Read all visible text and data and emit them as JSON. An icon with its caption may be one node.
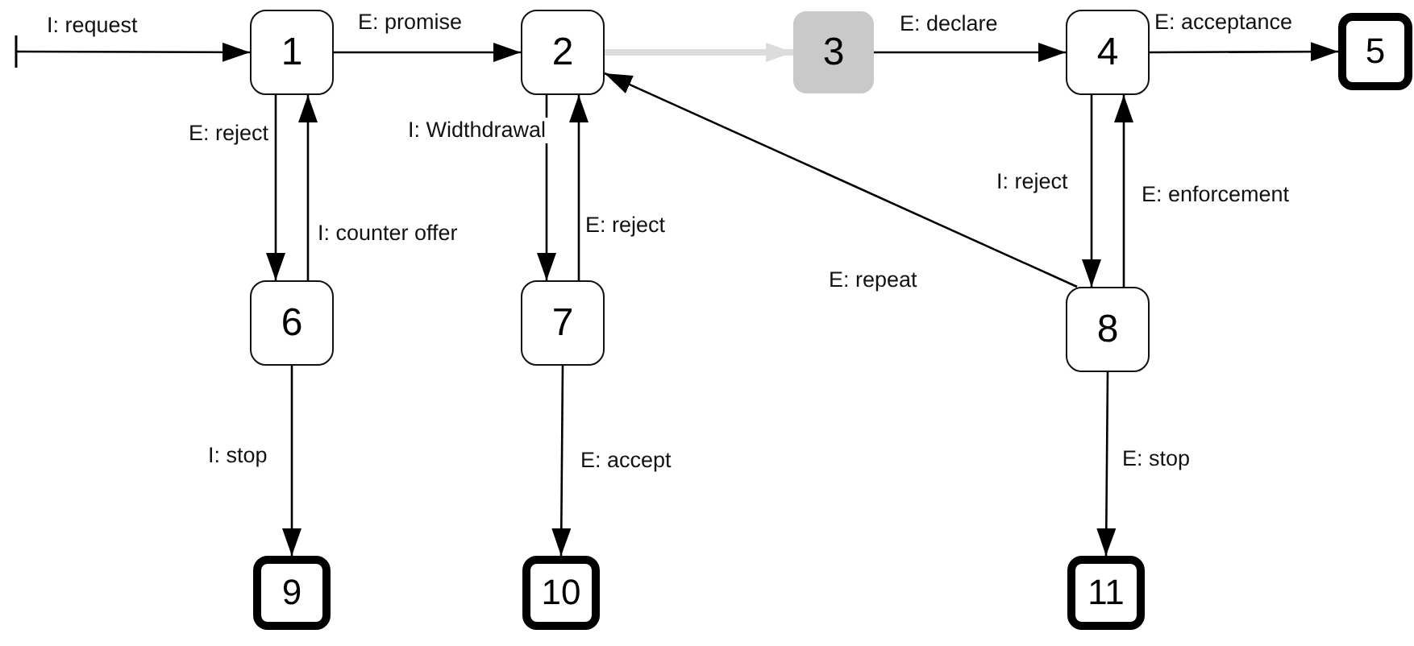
{
  "diagram": {
    "nodes": [
      {
        "text": [
          "1"
        ]
      },
      {
        "text": [
          "2"
        ]
      },
      {
        "text": [
          "3"
        ]
      },
      {
        "text": [
          "4"
        ]
      },
      {
        "text": [
          "5"
        ]
      },
      {
        "text": [
          "6"
        ]
      },
      {
        "text": [
          "7"
        ]
      },
      {
        "text": [
          "8"
        ]
      },
      {
        "text": [
          "9"
        ]
      },
      {
        "text": [
          "10"
        ]
      },
      {
        "text": [
          "11"
        ]
      }
    ],
    "edges": [
      {
        "from": null,
        "to": 0,
        "arrow": "to",
        "label": "I: request"
      },
      {
        "from": 0,
        "to": 1,
        "arrow": "to",
        "label": "E: promise"
      },
      {
        "from": 1,
        "to": 2,
        "arrow": "to",
        "style": "thick",
        "color": "#dcdcdc"
      },
      {
        "from": 2,
        "to": 3,
        "arrow": "to",
        "label": "E: declare"
      },
      {
        "from": 3,
        "to": 4,
        "arrow": "to",
        "label": "E: acceptance"
      },
      {
        "from": 0,
        "to": 5,
        "arrow": "to",
        "label": "E: reject"
      },
      {
        "from": 5,
        "to": 0,
        "arrow": "to",
        "label": "I: counter offer"
      },
      {
        "from": 1,
        "to": 6,
        "arrow": "to",
        "label": "I: Widthdrawal"
      },
      {
        "from": 6,
        "to": 1,
        "arrow": "to",
        "label": "E: reject"
      },
      {
        "from": 3,
        "to": 7,
        "arrow": "to",
        "label": "I: reject"
      },
      {
        "from": 7,
        "to": 3,
        "arrow": "to",
        "label": "E: enforcement"
      },
      {
        "from": 7,
        "to": 1,
        "arrow": "to",
        "label": "E: repeat"
      },
      {
        "from": 5,
        "to": 8,
        "arrow": "to",
        "label": "I: stop"
      },
      {
        "from": 6,
        "to": 9,
        "arrow": "to",
        "label": "E: accept"
      },
      {
        "from": 7,
        "to": 10,
        "arrow": "to",
        "label": "E: stop"
      }
    ]
  }
}
